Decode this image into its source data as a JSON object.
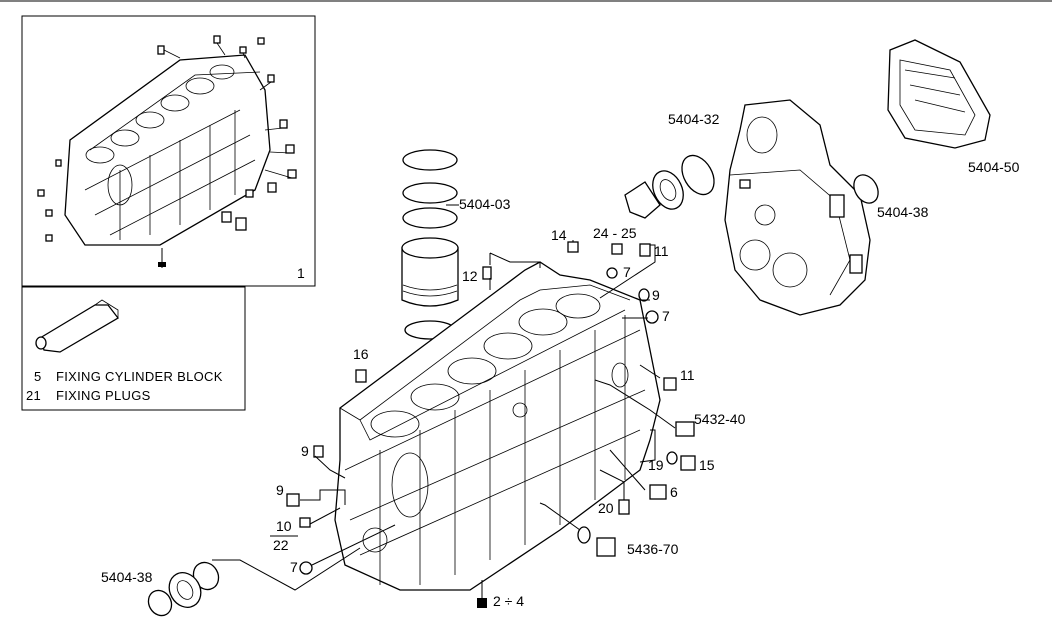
{
  "box1": {
    "number": "1"
  },
  "box2": {
    "lines": [
      {
        "num": "5",
        "text": "FIXING CYLINDER BLOCK"
      },
      {
        "num": "21",
        "text": "FIXING PLUGS"
      }
    ]
  },
  "callouts": {
    "c5404_03": "5404-03",
    "c5404_32": "5404-32",
    "c5404_50": "5404-50",
    "c5404_38_right": "5404-38",
    "c5404_38_left": "5404-38",
    "c5432_40": "5432-40",
    "c5436_70": "5436-70",
    "c14": "14",
    "c24_25": "24 - 25",
    "c11_top": "11",
    "c12": "12",
    "c7_a": "7",
    "c9_a": "9",
    "c7_b": "7",
    "c16": "16",
    "c11_mid": "11",
    "c9_b": "9",
    "c9_c": "9",
    "c10": "10",
    "c22": "22",
    "c7_c": "7",
    "c19": "19",
    "c15": "15",
    "c6": "6",
    "c20": "20",
    "c2_4": "2 ÷ 4"
  }
}
